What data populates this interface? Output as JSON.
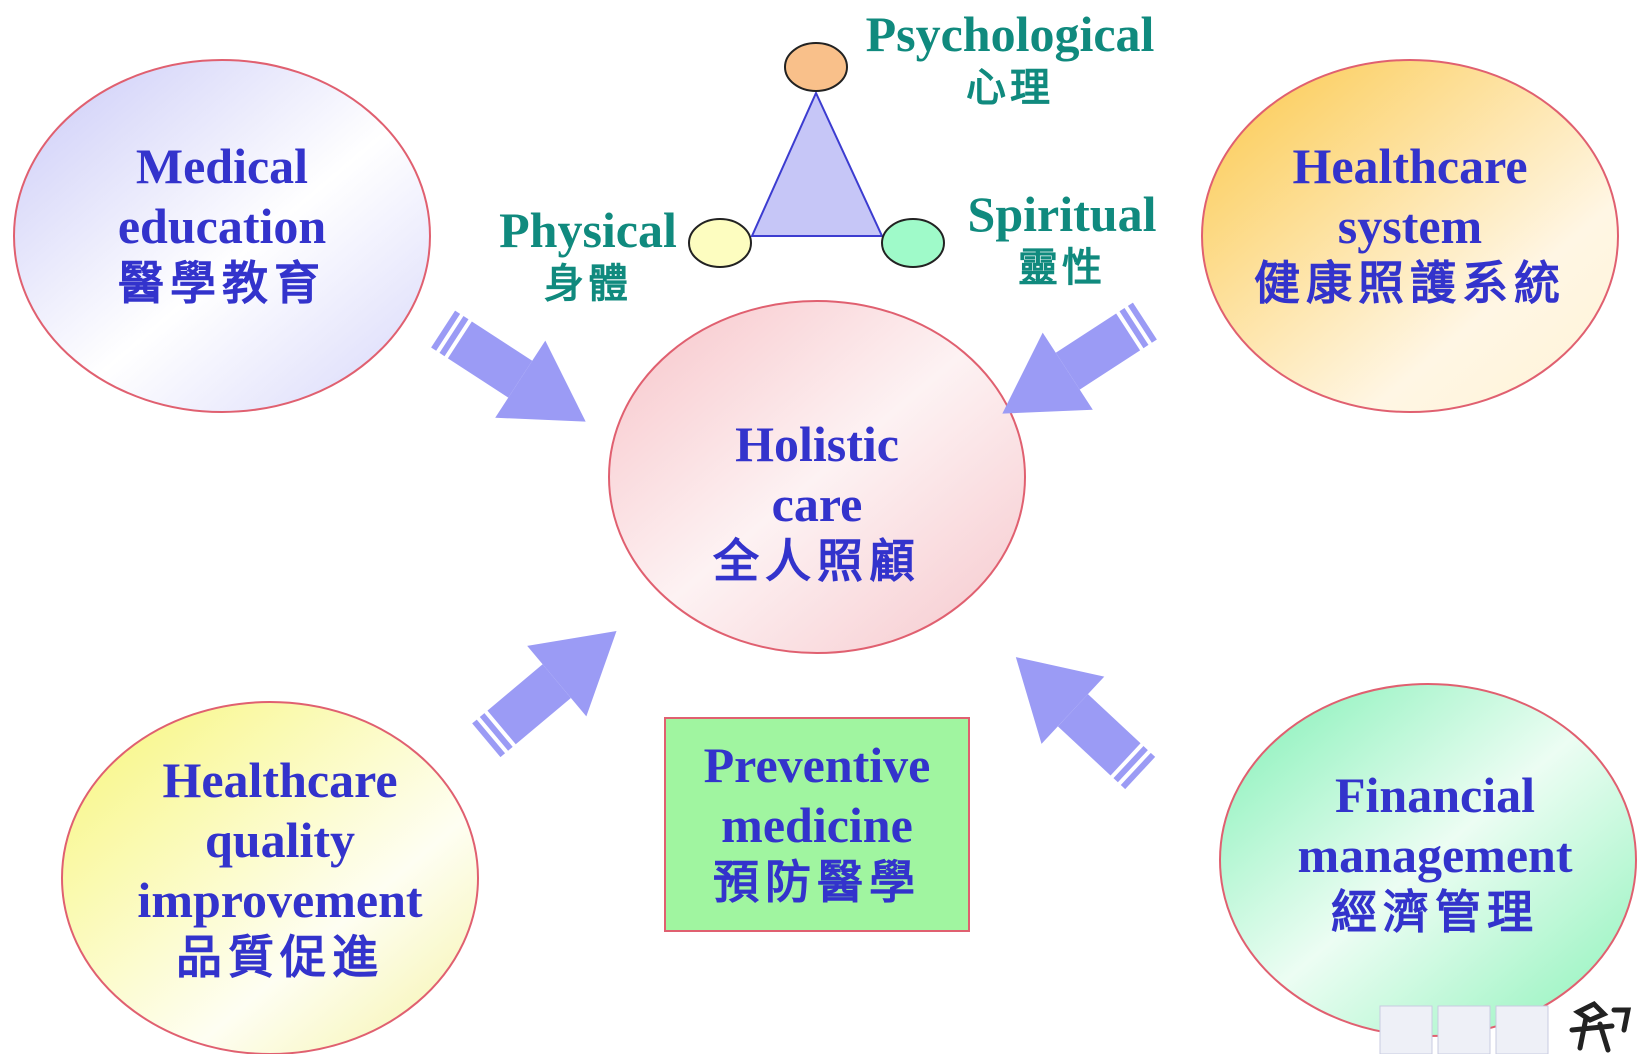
{
  "dimensions": {
    "psychological": {
      "en": "Psychological",
      "zh": "心理"
    },
    "physical": {
      "en": "Physical",
      "zh": "身體"
    },
    "spiritual": {
      "en": "Spiritual",
      "zh": "靈性"
    }
  },
  "center": {
    "line1": "Holistic",
    "line2": "care",
    "zh": "全人照顧"
  },
  "nodes": {
    "medical_education": {
      "line1": "Medical",
      "line2": "education",
      "zh": "醫學教育"
    },
    "healthcare_system": {
      "line1": "Healthcare",
      "line2": "system",
      "zh": "健康照護系統"
    },
    "quality_improvement": {
      "line1": "Healthcare",
      "line2": "quality",
      "line3": "improvement",
      "zh": "品質促進"
    },
    "financial_management": {
      "line1": "Financial",
      "line2": "management",
      "zh": "經濟管理"
    },
    "preventive_medicine": {
      "line1": "Preventive",
      "line2": "medicine",
      "zh": "預防醫學"
    }
  },
  "colors": {
    "text_blue": "#3333cc",
    "text_teal": "#108a7e",
    "arrow": "#9b9bf5",
    "outline": "#e06070",
    "preventive_box": "#a0f5a0"
  }
}
